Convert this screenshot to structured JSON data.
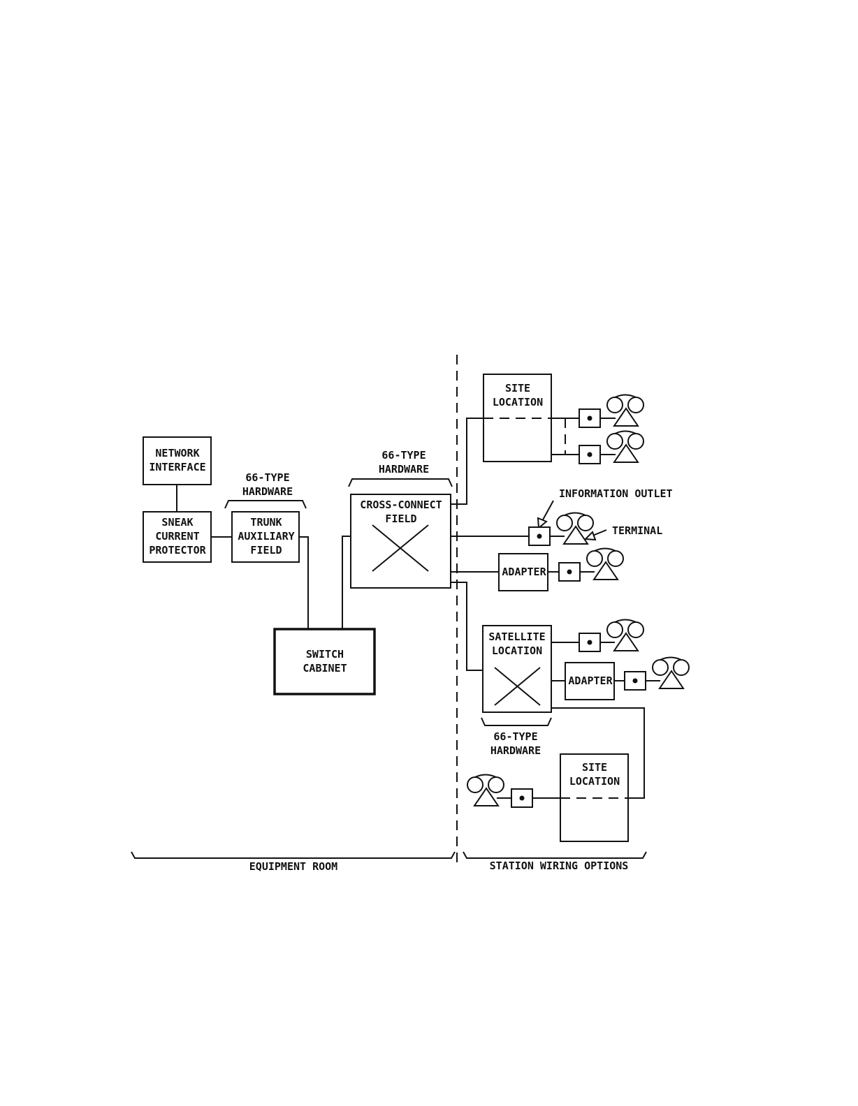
{
  "labels": {
    "network_interface": [
      "NETWORK",
      "INTERFACE"
    ],
    "sneak_current_protector": [
      "SNEAK",
      "CURRENT",
      "PROTECTOR"
    ],
    "hardware_66_a": [
      "66-TYPE",
      "HARDWARE"
    ],
    "trunk_auxiliary_field": [
      "TRUNK",
      "AUXILIARY",
      "FIELD"
    ],
    "hardware_66_b": [
      "66-TYPE",
      "HARDWARE"
    ],
    "cross_connect_field": [
      "CROSS-CONNECT",
      "FIELD"
    ],
    "switch_cabinet": [
      "SWITCH",
      "CABINET"
    ],
    "site_location_top": [
      "SITE",
      "LOCATION"
    ],
    "information_outlet": "INFORMATION OUTLET",
    "terminal": "TERMINAL",
    "adapter_1": "ADAPTER",
    "satellite_location": [
      "SATELLITE",
      "LOCATION"
    ],
    "adapter_2": "ADAPTER",
    "hardware_66_c": [
      "66-TYPE",
      "HARDWARE"
    ],
    "site_location_bottom": [
      "SITE",
      "LOCATION"
    ],
    "equipment_room": "EQUIPMENT ROOM",
    "station_wiring_options": "STATION WIRING OPTIONS"
  },
  "icons": {
    "outlet": "information-outlet-icon",
    "terminal": "telephone-terminal-icon"
  }
}
